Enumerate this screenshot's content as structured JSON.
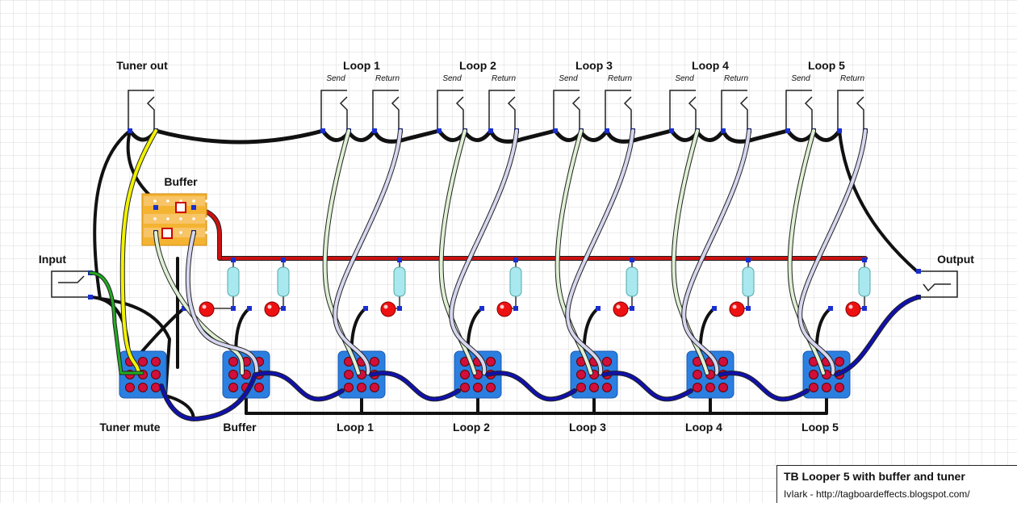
{
  "labels": {
    "tuner_out": "Tuner out",
    "input": "Input",
    "output": "Output",
    "buffer_board": "Buffer",
    "send": "Send",
    "return": "Return",
    "loops": [
      "Loop 1",
      "Loop 2",
      "Loop 3",
      "Loop 4",
      "Loop 5"
    ],
    "switches": [
      "Tuner mute",
      "Buffer",
      "Loop 1",
      "Loop 2",
      "Loop 3",
      "Loop 4",
      "Loop 5"
    ]
  },
  "title_block": {
    "title": "TB Looper 5 with buffer and tuner",
    "credit": "IvIark - http://tagboardeffects.blogspot.com/"
  },
  "colors": {
    "grid": "#d8d8d8",
    "wire_ground": "#111111",
    "wire_power": "#cc1111",
    "wire_signal_blue": "#1111aa",
    "wire_send": "#dff0d4",
    "wire_return": "#d6d6ef",
    "wire_yellow": "#f2f200",
    "wire_green": "#22aa22",
    "switch_body": "#2b7fe0",
    "led": "#ee1111",
    "resistor": "#a8e8ee",
    "board": "#f4b432"
  }
}
